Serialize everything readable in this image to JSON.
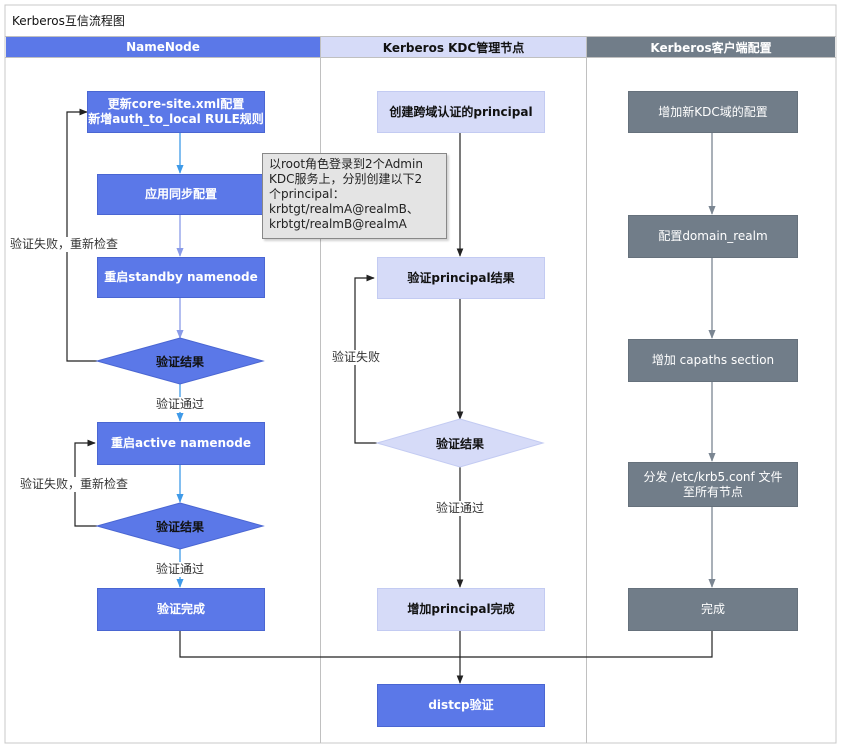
{
  "diagram": {
    "title": "Kerberos互信流程图",
    "lanes": {
      "namenode": "NameNode",
      "kdc": "Kerberos KDC管理节点",
      "client": "Kerberos客户端配置"
    },
    "namenode": {
      "update_config_line1": "更新core-site.xml配置",
      "update_config_line2": "新增auth_to_local RULE规则",
      "apply_sync": "应用同步配置",
      "restart_standby": "重启standby namenode",
      "verify1": "验证结果",
      "restart_active": "重启active namenode",
      "verify2": "验证结果",
      "done": "验证完成",
      "fail_recheck_1": "验证失败，重新检查",
      "fail_recheck_2": "验证失败，重新检查",
      "pass_1": "验证通过",
      "pass_2": "验证通过"
    },
    "note": {
      "line1": "以root角色登录到2个Admin",
      "line2": "KDC服务上，分别创建以下2",
      "line3": "个principal：",
      "line4": "krbtgt/realmA@realmB、",
      "line5": "krbtgt/realmB@realmA"
    },
    "kdc": {
      "create_principal": "创建跨域认证的principal",
      "verify_principal": "验证principal结果",
      "verify": "验证结果",
      "fail": "验证失败",
      "pass": "验证通过",
      "add_done": "增加principal完成",
      "distcp": "distcp验证"
    },
    "client": {
      "add_kdc": "增加新KDC域的配置",
      "domain_realm": "配置domain_realm",
      "capaths": "增加 capaths section",
      "distribute_line1": "分发 /etc/krb5.conf 文件",
      "distribute_line2": "至所有节点",
      "done": "完成"
    },
    "colors": {
      "blue_box": "#5b78e8",
      "lavender_box": "#d6dbf8",
      "gray_box": "#717d89",
      "namenode_header": "#5b78e8",
      "kdc_header": "#d6dbf8",
      "client_header": "#717d89",
      "blue_arrow": "#3f9ae8",
      "lane_border": "#c0c0c0"
    }
  }
}
